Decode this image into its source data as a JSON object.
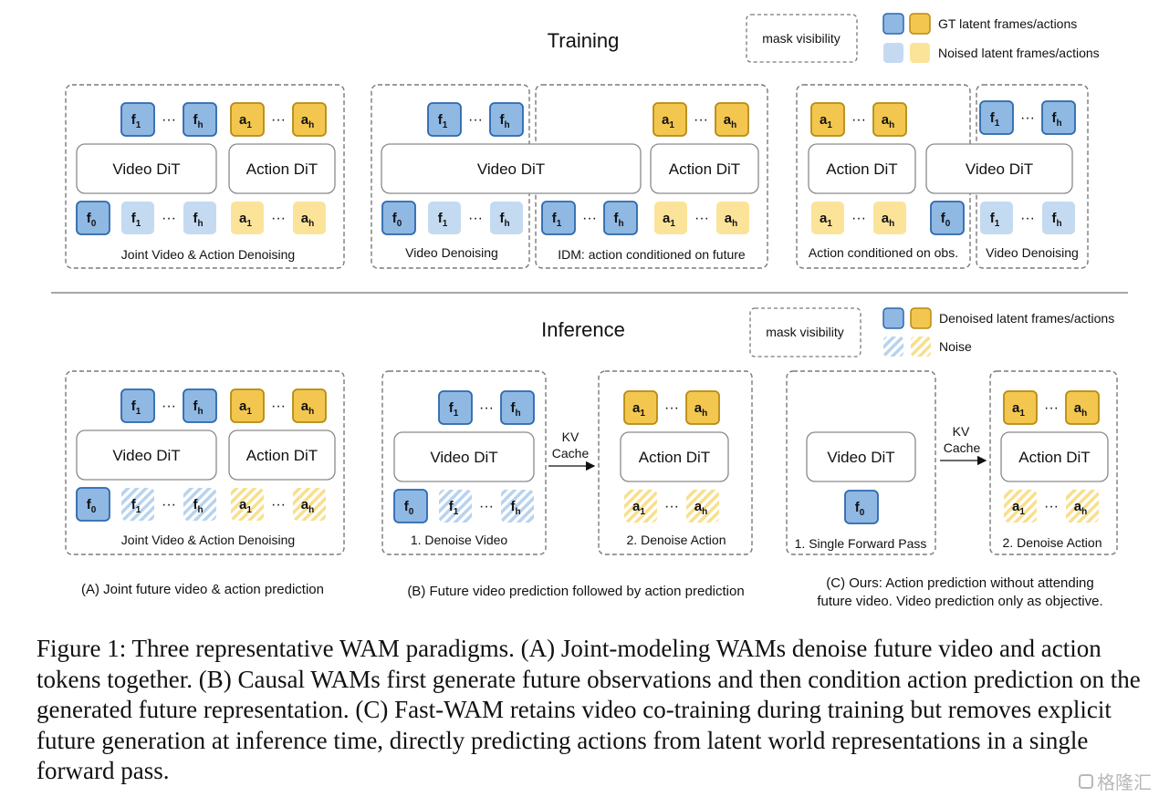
{
  "colors": {
    "gt_fill": "#8fb8e3",
    "gt_stroke": "#2c68ad",
    "gt_action_fill": "#f3c74f",
    "gt_action_stroke": "#b88a10",
    "noised_fill": "#c4daf0",
    "noised_action_fill": "#fbe49a",
    "dash": "#7a7a7a",
    "dit_stroke": "#8a8a8a"
  },
  "titles": {
    "training": "Training",
    "inference": "Inference"
  },
  "legend": {
    "mask_visibility": "mask visibility",
    "gt": "GT latent frames/actions",
    "noised": "Noised latent frames/actions",
    "denoised": "Denoised latent frames/actions",
    "noise": "Noise"
  },
  "tokens": {
    "f1": "f",
    "fh": "f",
    "f0": "f",
    "a1": "a",
    "ah": "a",
    "sub_1": "1",
    "sub_h": "h",
    "sub_0": "0",
    "dots": "···"
  },
  "dit": {
    "video": "Video DiT",
    "action": "Action DiT"
  },
  "training_labels": {
    "a": "Joint Video & Action Denoising",
    "b1": "Video Denoising",
    "b2": "IDM: action conditioned on future",
    "c1": "Action conditioned on obs.",
    "c2": "Video Denoising"
  },
  "inference_labels": {
    "a": "Joint Video & Action Denoising",
    "b1": "1. Denoise Video",
    "b2": "2. Denoise Action",
    "c1": "1. Single Forward Pass",
    "c2": "2. Denoise Action",
    "kv": "KV",
    "cache": "Cache"
  },
  "panel_captions": {
    "a": "(A) Joint future video & action prediction",
    "b": "(B) Future video prediction followed by action prediction",
    "c_line1": "(C) Ours: Action prediction without attending",
    "c_line2": "future video. Video prediction only as objective."
  },
  "figure_caption": "Figure 1: Three representative WAM paradigms. (A) Joint-modeling WAMs denoise future video and action tokens together. (B) Causal WAMs first generate future observations and then condition action prediction on the generated future representation. (C) Fast-WAM retains video co-training during training but removes explicit future generation at inference time, directly predicting actions from latent world representations in a single forward pass.",
  "watermark": "格隆汇"
}
